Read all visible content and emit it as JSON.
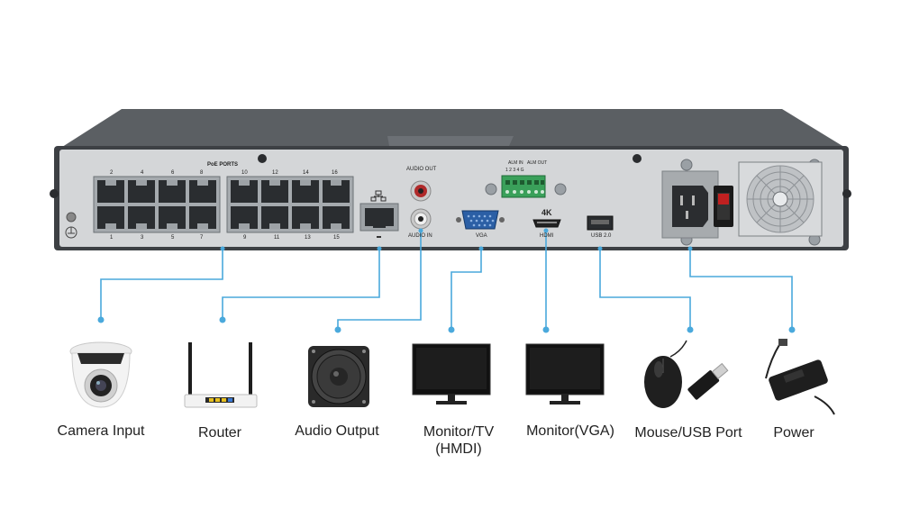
{
  "panel": {
    "poe_ports_label": "PoE PORTS",
    "poe_top_numbers": [
      "2",
      "4",
      "6",
      "8",
      "10",
      "12",
      "14",
      "16"
    ],
    "poe_bottom_numbers": [
      "1",
      "3",
      "5",
      "7",
      "9",
      "11",
      "13",
      "15"
    ],
    "audio_out_label": "AUDIO OUT",
    "audio_in_label": "AUDIO IN",
    "vga_label": "VGA",
    "hdmi_top_label": "4K",
    "hdmi_label": "HDMI",
    "usb_label": "USB 2.0",
    "alarm_in_label": "ALM IN",
    "alarm_out_label": "ALM OUT",
    "alarm_numbers": "1 2 3 4 G"
  },
  "devices": [
    {
      "id": "camera",
      "label": "Camera Input"
    },
    {
      "id": "router",
      "label": "Router"
    },
    {
      "id": "audio",
      "label": "Audio Output"
    },
    {
      "id": "monitor_tv",
      "label_line1": "Monitor/TV",
      "label_line2": "(HMDI)"
    },
    {
      "id": "monitor_vga",
      "label": "Monitor(VGA)"
    },
    {
      "id": "mouse",
      "label": "Mouse/USB Port"
    },
    {
      "id": "power",
      "label": "Power"
    }
  ],
  "colors": {
    "connector_line": "#4aa9dc",
    "chassis_top": "#5b5f63",
    "panel": "#d4d6d8"
  }
}
